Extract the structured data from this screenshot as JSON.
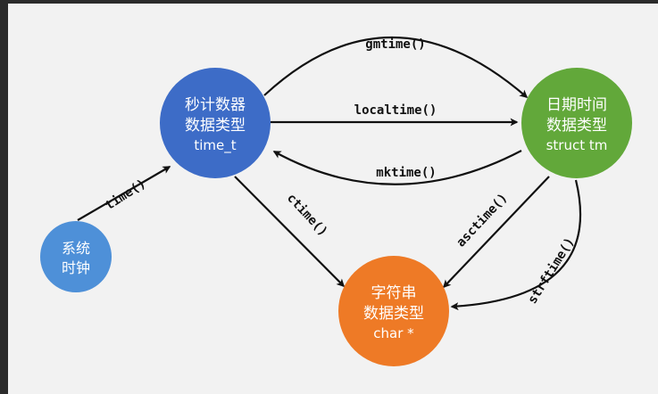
{
  "colors": {
    "background": "#f2f2f2",
    "frame": "#2b2b2b",
    "node_time_t": "#3d6cc7",
    "node_struct_tm": "#62a83a",
    "node_char": "#ee7a26",
    "node_clock": "#4e90d8",
    "edge": "#111111"
  },
  "nodes": {
    "system_clock": {
      "line1": "系统",
      "line2": "时钟"
    },
    "time_t": {
      "line1": "秒计数器",
      "line2": "数据类型",
      "line3": "time_t"
    },
    "struct_tm": {
      "line1": "日期时间",
      "line2": "数据类型",
      "line3": "struct tm"
    },
    "char_ptr": {
      "line1": "字符串",
      "line2": "数据类型",
      "line3": "char *"
    }
  },
  "edges": {
    "time": "time()",
    "gmtime": "gmtime()",
    "localtime": "localtime()",
    "mktime": "mktime()",
    "ctime": "ctime()",
    "asctime": "asctime()",
    "strftime": "strftime()"
  }
}
